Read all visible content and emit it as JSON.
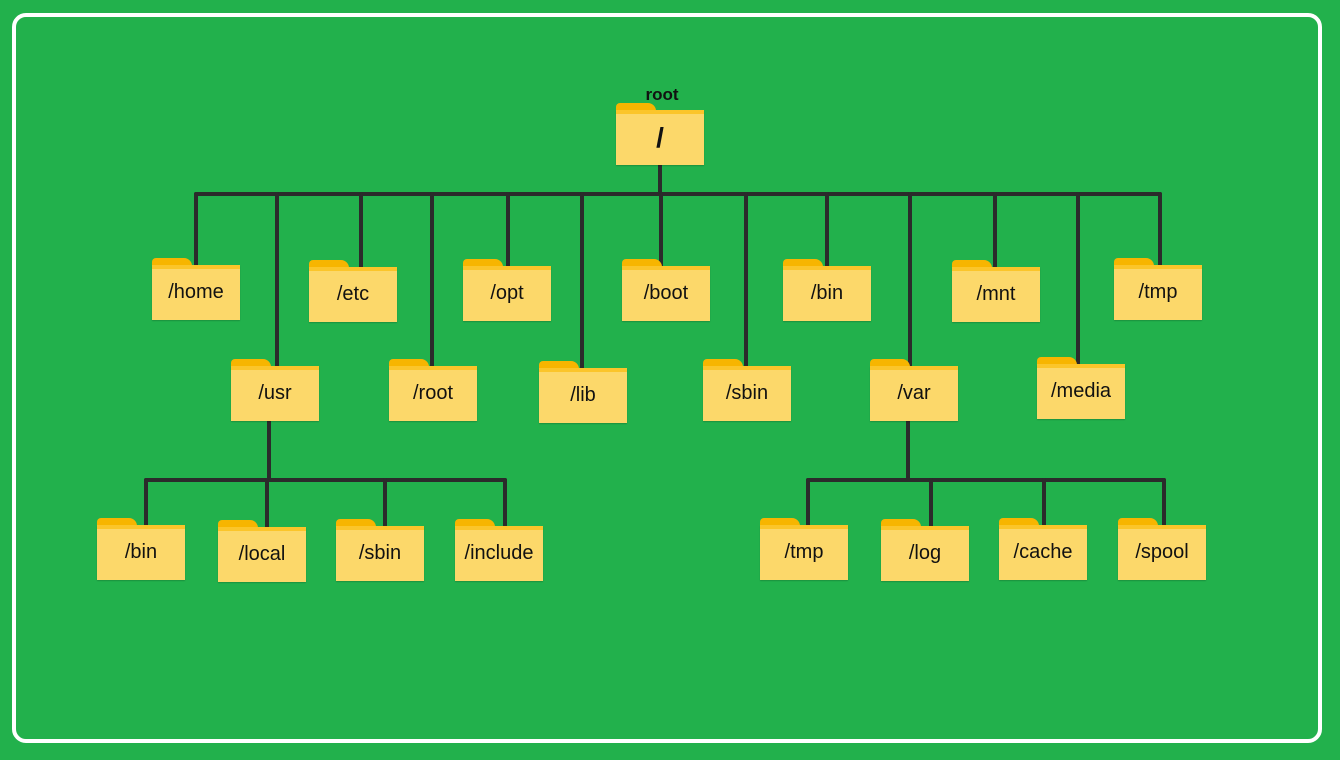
{
  "root_caption": "root",
  "colors": {
    "background": "#22b14c",
    "border": "#ffffff",
    "folder_body": "#fcd86a",
    "folder_tab": "#f7b500",
    "line": "#2b2b2b"
  },
  "tree": {
    "root": {
      "label": "/"
    },
    "children": [
      {
        "id": "home",
        "label": "/home"
      },
      {
        "id": "usr",
        "label": "/usr",
        "children": [
          {
            "id": "usr-bin",
            "label": "/bin"
          },
          {
            "id": "usr-local",
            "label": "/local"
          },
          {
            "id": "usr-sbin",
            "label": "/sbin"
          },
          {
            "id": "usr-include",
            "label": "/include"
          }
        ]
      },
      {
        "id": "etc",
        "label": "/etc"
      },
      {
        "id": "root-dir",
        "label": "/root"
      },
      {
        "id": "opt",
        "label": "/opt"
      },
      {
        "id": "lib",
        "label": "/lib"
      },
      {
        "id": "boot",
        "label": "/boot"
      },
      {
        "id": "sbin",
        "label": "/sbin"
      },
      {
        "id": "bin",
        "label": "/bin"
      },
      {
        "id": "var",
        "label": "/var",
        "children": [
          {
            "id": "var-tmp",
            "label": "/tmp"
          },
          {
            "id": "var-log",
            "label": "/log"
          },
          {
            "id": "var-cache",
            "label": "/cache"
          },
          {
            "id": "var-spool",
            "label": "/spool"
          }
        ]
      },
      {
        "id": "mnt",
        "label": "/mnt"
      },
      {
        "id": "media",
        "label": "/media"
      },
      {
        "id": "tmp",
        "label": "/tmp"
      }
    ]
  }
}
